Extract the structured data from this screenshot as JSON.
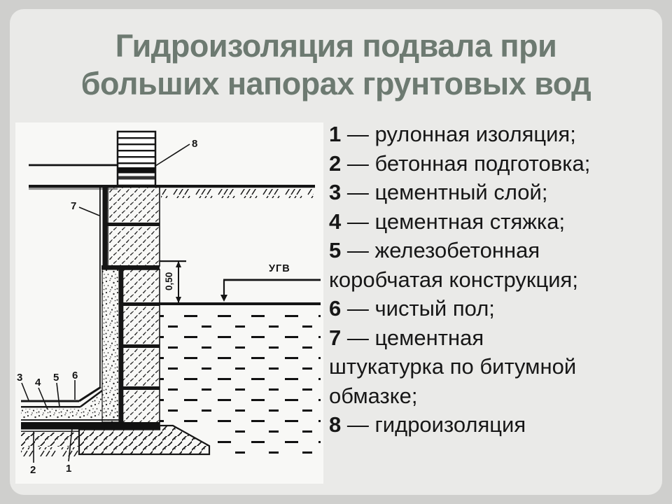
{
  "slide": {
    "title_lines": [
      "Гидроизоляция подвала при",
      "больших напорах грунтовых вод"
    ]
  },
  "legend": {
    "separator": "—",
    "lines": [
      {
        "num": "1",
        "text": "рулонная изоляция;"
      },
      {
        "num": "2",
        "text": "бетонная подготовка;"
      },
      {
        "num": "3",
        "text": "цементный слой;"
      },
      {
        "num": "4",
        "text": "цементная стяжка;"
      },
      {
        "num": "5",
        "text": "железобетонная"
      },
      {
        "num": "",
        "text": "коробчатая конструкция;"
      },
      {
        "num": "6",
        "text": "чистый пол;"
      },
      {
        "num": "7",
        "text": "цементная"
      },
      {
        "num": "",
        "text": "штукатурка по битумной"
      },
      {
        "num": "",
        "text": "обмазке;"
      },
      {
        "num": "8",
        "text": "гидроизоляция"
      }
    ]
  },
  "diagram": {
    "water_level_label": "УГВ",
    "dimension_value": "0,50",
    "callouts": {
      "c1": "1",
      "c2": "2",
      "c3": "3",
      "c4": "4",
      "c5": "5",
      "c6": "6",
      "c7": "7",
      "c8": "8"
    }
  },
  "colors": {
    "page_bg": "#cfcfcd",
    "card_bg": "#eaeae8",
    "panel_bg": "#f8f8f6",
    "title": "#6d7a71",
    "ink": "#151515",
    "text": "#171717"
  }
}
